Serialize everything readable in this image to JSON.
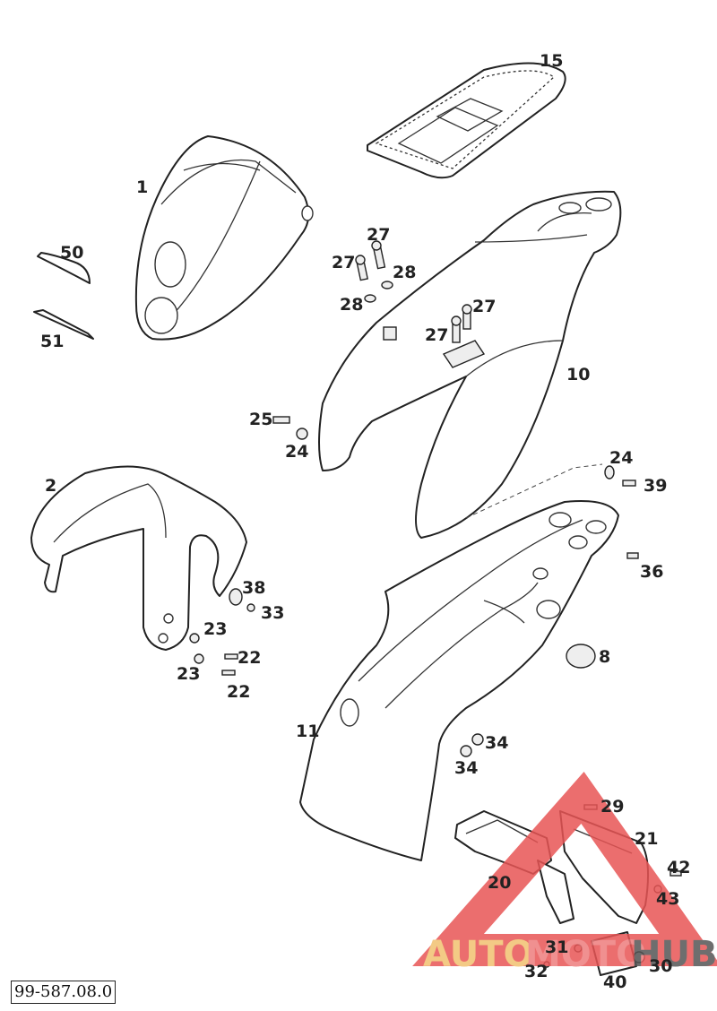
{
  "drawing_number": "99-587.08.0",
  "callouts": {
    "p1": "1",
    "p2": "2",
    "p8": "8",
    "p10": "10",
    "p11": "11",
    "p15": "15",
    "p20": "20",
    "p21": "21",
    "p22a": "22",
    "p22b": "22",
    "p23a": "23",
    "p23b": "23",
    "p24a": "24",
    "p24b": "24",
    "p25": "25",
    "p27a": "27",
    "p27b": "27",
    "p27c": "27",
    "p27d": "27",
    "p28a": "28",
    "p28b": "28",
    "p29": "29",
    "p30": "30",
    "p31": "31",
    "p32": "32",
    "p33": "33",
    "p34a": "34",
    "p34b": "34",
    "p36": "36",
    "p38": "38",
    "p39": "39",
    "p40": "40",
    "p42": "42",
    "p43": "43",
    "p50": "50",
    "p51": "51"
  },
  "watermark": {
    "text_auto": "AUTO",
    "text_moto": "MOTO",
    "text_hub": "HUB",
    "color_auto": "#f2c170",
    "color_moto": "#ee7d7d",
    "color_hub": "#555555",
    "triangle_color": "#e85555"
  }
}
